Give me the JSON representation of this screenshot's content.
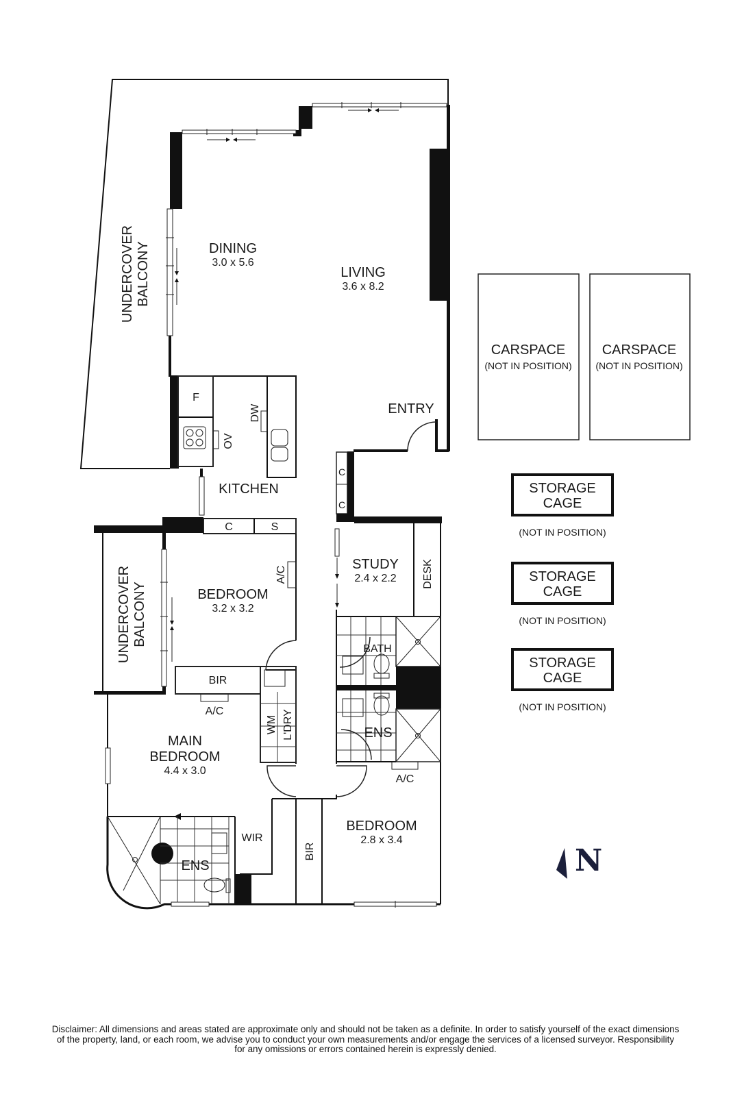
{
  "rooms": {
    "dining": {
      "label": "DINING",
      "dims": "3.0 x 5.6"
    },
    "living": {
      "label": "LIVING",
      "dims": "3.6 x 8.2"
    },
    "balcony_top": {
      "line1": "UNDERCOVER",
      "line2": "BALCONY"
    },
    "balcony_mid": {
      "line1": "UNDERCOVER",
      "line2": "BALCONY"
    },
    "kitchen": {
      "label": "KITCHEN",
      "fridge": "F",
      "oven": "OV",
      "dishwasher": "DW"
    },
    "entry": {
      "label": "ENTRY"
    },
    "cupboard_1": "C",
    "cupboard_2": "C",
    "cupboard_3": "C",
    "storage_s": "S",
    "bedroom2": {
      "label": "BEDROOM",
      "dims": "3.2 x 3.2",
      "ac": "A/C",
      "bir": "BIR"
    },
    "study": {
      "label": "STUDY",
      "dims": "2.4 x 2.2",
      "desk": "DESK"
    },
    "bath": {
      "label": "BATH"
    },
    "ens_right": {
      "label": "ENS"
    },
    "laundry": {
      "label": "L'DRY",
      "wm": "WM"
    },
    "main_bedroom": {
      "line1": "MAIN",
      "line2": "BEDROOM",
      "dims": "4.4 x 3.0",
      "ac": "A/C"
    },
    "ens_main": {
      "label": "ENS"
    },
    "wir": {
      "label": "WIR"
    },
    "bedroom3": {
      "label": "BEDROOM",
      "dims": "2.8 x 3.4",
      "ac": "A/C",
      "bir": "BIR"
    }
  },
  "carspaces": [
    {
      "label": "CARSPACE",
      "note": "(NOT IN POSITION)"
    },
    {
      "label": "CARSPACE",
      "note": "(NOT IN POSITION)"
    }
  ],
  "storage_cages": [
    {
      "line1": "STORAGE",
      "line2": "CAGE",
      "note": "(NOT IN POSITION)"
    },
    {
      "line1": "STORAGE",
      "line2": "CAGE",
      "note": "(NOT IN POSITION)"
    },
    {
      "line1": "STORAGE",
      "line2": "CAGE",
      "note": "(NOT IN POSITION)"
    }
  ],
  "compass": {
    "label": "N",
    "color": "#1b1f3b"
  },
  "disclaimer": {
    "line1": "Disclaimer: All dimensions and areas stated are approximate only and should not be taken as a definite. In order to satisfy yourself of the exact dimensions",
    "line2": "of the property, land, or each room, we advise you to conduct your own measurements and/or engage the services of a licensed surveyor. Responsibility",
    "line3": "for any omissions or errors contained herein is expressly denied."
  }
}
